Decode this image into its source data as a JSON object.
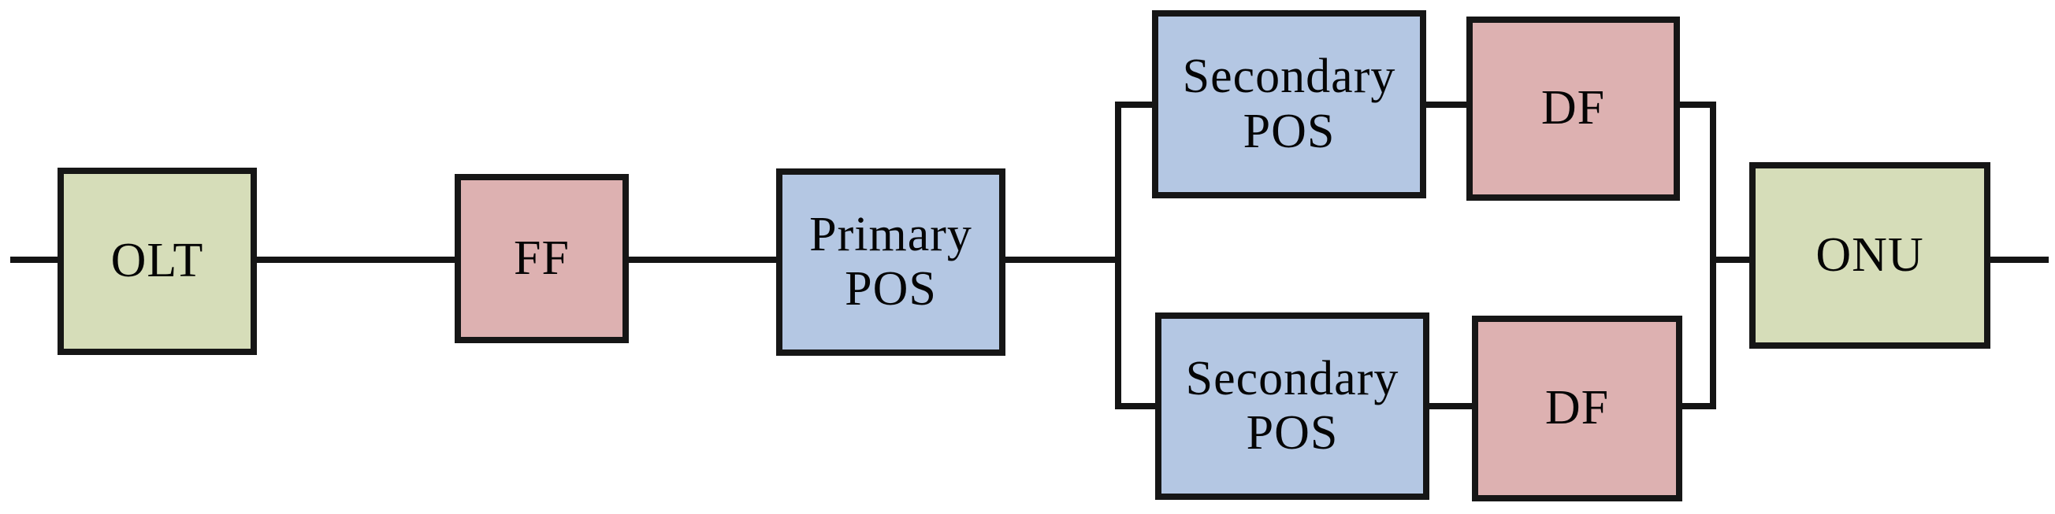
{
  "diagram": {
    "description": "Passive optical network link block diagram",
    "colors": {
      "terminal_fill": "#d6ddb9",
      "fiber_fill": "#ddb1b1",
      "splitter_fill": "#b4c7e3",
      "border": "#161616",
      "wire": "#141414",
      "text": "#050505",
      "background": "#ffffff"
    },
    "nodes": [
      {
        "id": "olt",
        "label": "OLT",
        "type": "terminal"
      },
      {
        "id": "ff",
        "label": "FF",
        "type": "fiber"
      },
      {
        "id": "ppos",
        "label": "Primary\nPOS",
        "type": "splitter"
      },
      {
        "id": "spos-top",
        "label": "Secondary\nPOS",
        "type": "splitter"
      },
      {
        "id": "df-top",
        "label": "DF",
        "type": "fiber"
      },
      {
        "id": "spos-bot",
        "label": "Secondary\nPOS",
        "type": "splitter"
      },
      {
        "id": "df-bot",
        "label": "DF",
        "type": "fiber"
      },
      {
        "id": "onu",
        "label": "ONU",
        "type": "terminal"
      }
    ],
    "edges": [
      {
        "from": "input",
        "to": "olt"
      },
      {
        "from": "olt",
        "to": "ff"
      },
      {
        "from": "ff",
        "to": "ppos"
      },
      {
        "from": "ppos",
        "to": "spos-top"
      },
      {
        "from": "ppos",
        "to": "spos-bot"
      },
      {
        "from": "spos-top",
        "to": "df-top"
      },
      {
        "from": "spos-bot",
        "to": "df-bot"
      },
      {
        "from": "df-top",
        "to": "onu"
      },
      {
        "from": "df-bot",
        "to": "onu"
      },
      {
        "from": "onu",
        "to": "output"
      }
    ]
  }
}
